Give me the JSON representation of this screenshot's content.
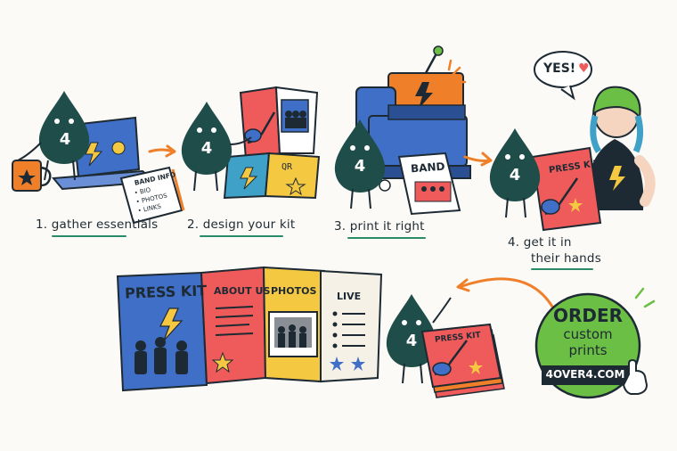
{
  "mascot_number": "4",
  "steps": [
    {
      "label": "1. gather essentials"
    },
    {
      "label": "2. design your kit"
    },
    {
      "label": "3. print it right"
    },
    {
      "label": "4. get it in",
      "label2": "their hands"
    }
  ],
  "notepad": {
    "title": "BAND INFO",
    "items": [
      "• BIO",
      "• PHOTOS",
      "• LINKS"
    ]
  },
  "band_sign": "BAND",
  "speech_bubble": "YES!",
  "press_kit_held": "PRESS KIT",
  "brochure": {
    "cover_title": "PRESS KIT",
    "panel_about": "ABOUT US",
    "panel_photos": "PHOTOS",
    "panel_live": "LIVE"
  },
  "stack_title": "PRESS KIT",
  "cta": {
    "line1": "ORDER",
    "line2": "custom",
    "line3": "prints",
    "url": "4OVER4.COM"
  },
  "colors": {
    "mascot": "#1f4e4a",
    "accent_orange": "#f07f2a",
    "cta_green": "#6cbf45",
    "coral": "#ef5a5a",
    "yellow": "#f5c842",
    "blue": "#3f6fc6"
  }
}
